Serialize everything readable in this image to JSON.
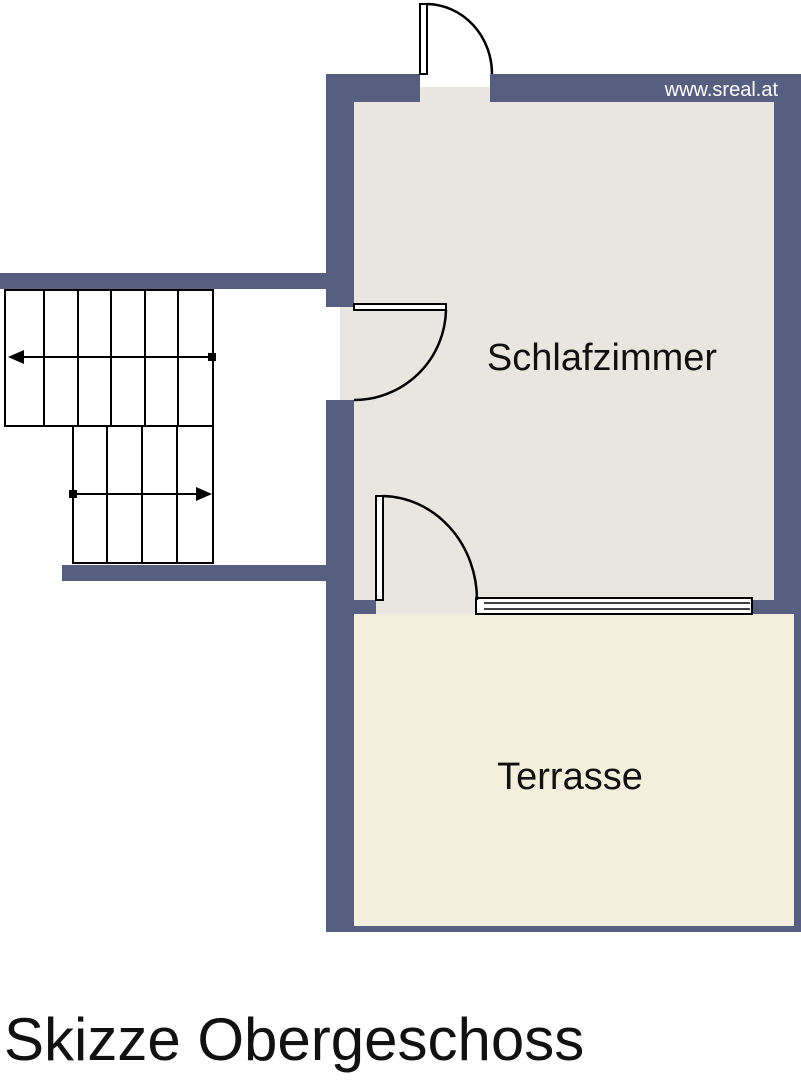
{
  "watermark": "www.sreal.at",
  "rooms": {
    "bedroom": "Schlafzimmer",
    "terrace": "Terrasse"
  },
  "caption": "Skizze Obergeschoss",
  "colors": {
    "wall": "#575f80",
    "bedroom_floor": "#e9e5df",
    "terrace_floor": "#f3efdd",
    "line": "#000000",
    "background": "#ffffff"
  }
}
